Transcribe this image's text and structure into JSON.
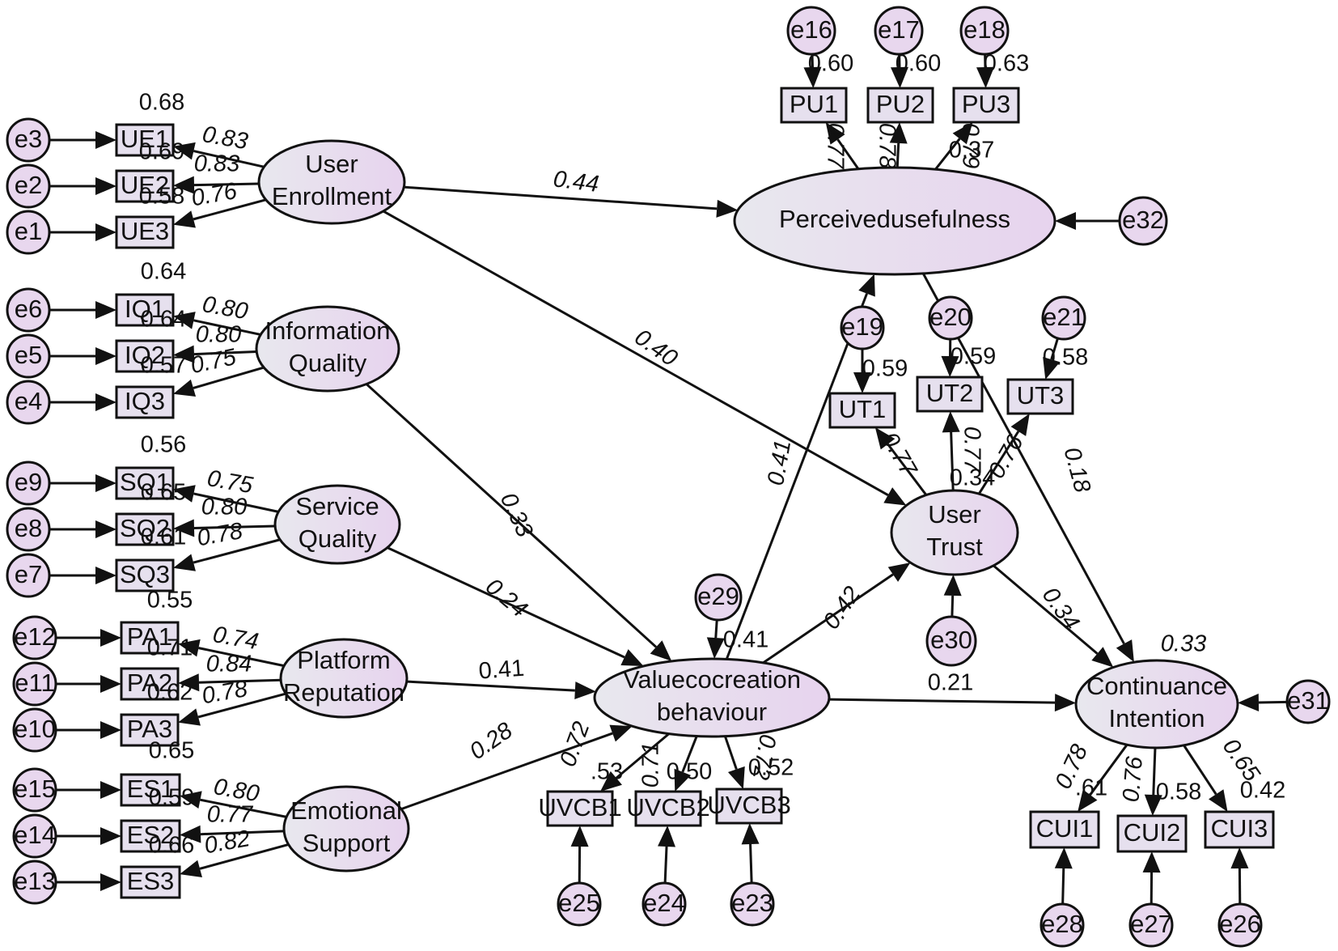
{
  "colors": {
    "latent_fill_start": "#e8e8ee",
    "latent_fill_end": "#e7d3ee",
    "indicator_fill": "#e6e0ee",
    "error_fill": "#e8d7ee",
    "stroke": "#111111"
  },
  "latents": [
    {
      "id": "UE",
      "lines": [
        "User",
        "Enrollment"
      ]
    },
    {
      "id": "IQ",
      "lines": [
        "Information",
        "Quality"
      ]
    },
    {
      "id": "SQ",
      "lines": [
        "Service",
        "Quality"
      ]
    },
    {
      "id": "PR",
      "lines": [
        "Platform",
        "Reputation"
      ]
    },
    {
      "id": "ES",
      "lines": [
        "Emotional",
        "Support"
      ]
    },
    {
      "id": "VCB",
      "lines": [
        "Valuecocreation",
        "behaviour"
      ]
    },
    {
      "id": "PU",
      "lines": [
        "Perceivedusefulness"
      ]
    },
    {
      "id": "UT",
      "lines": [
        "User",
        "Trust"
      ]
    },
    {
      "id": "CI",
      "lines": [
        "Continuance",
        "Intention"
      ]
    }
  ],
  "indicators": [
    {
      "id": "UE1",
      "label": "UE1"
    },
    {
      "id": "UE2",
      "label": "UE2"
    },
    {
      "id": "UE3",
      "label": "UE3"
    },
    {
      "id": "IQ1",
      "label": "IQ1"
    },
    {
      "id": "IQ2",
      "label": "IQ2"
    },
    {
      "id": "IQ3",
      "label": "IQ3"
    },
    {
      "id": "SQ1",
      "label": "SQ1"
    },
    {
      "id": "SQ2",
      "label": "SQ2"
    },
    {
      "id": "SQ3",
      "label": "SQ3"
    },
    {
      "id": "PA1",
      "label": "PA1"
    },
    {
      "id": "PA2",
      "label": "PA2"
    },
    {
      "id": "PA3",
      "label": "PA3"
    },
    {
      "id": "ES1",
      "label": "ES1"
    },
    {
      "id": "ES2",
      "label": "ES2"
    },
    {
      "id": "ES3",
      "label": "ES3"
    },
    {
      "id": "PU1",
      "label": "PU1"
    },
    {
      "id": "PU2",
      "label": "PU2"
    },
    {
      "id": "PU3",
      "label": "PU3"
    },
    {
      "id": "UT1",
      "label": "UT1"
    },
    {
      "id": "UT2",
      "label": "UT2"
    },
    {
      "id": "UT3",
      "label": "UT3"
    },
    {
      "id": "UVCB1",
      "label": "UVCB1"
    },
    {
      "id": "UVCB2",
      "label": "UVCB2"
    },
    {
      "id": "UVCB3",
      "label": "UVCB3"
    },
    {
      "id": "CUI1",
      "label": "CUI1"
    },
    {
      "id": "CUI2",
      "label": "CUI2"
    },
    {
      "id": "CUI3",
      "label": "CUI3"
    }
  ],
  "errors": [
    {
      "id": "e1",
      "label": "e1",
      "target": "UE3"
    },
    {
      "id": "e2",
      "label": "e2",
      "target": "UE2"
    },
    {
      "id": "e3",
      "label": "e3",
      "target": "UE1"
    },
    {
      "id": "e4",
      "label": "e4",
      "target": "IQ3"
    },
    {
      "id": "e5",
      "label": "e5",
      "target": "IQ2"
    },
    {
      "id": "e6",
      "label": "e6",
      "target": "IQ1"
    },
    {
      "id": "e7",
      "label": "e7",
      "target": "SQ3"
    },
    {
      "id": "e8",
      "label": "e8",
      "target": "SQ2"
    },
    {
      "id": "e9",
      "label": "e9",
      "target": "SQ1"
    },
    {
      "id": "e10",
      "label": "e10",
      "target": "PA3"
    },
    {
      "id": "e11",
      "label": "e11",
      "target": "PA2"
    },
    {
      "id": "e12",
      "label": "e12",
      "target": "PA1"
    },
    {
      "id": "e13",
      "label": "e13",
      "target": "ES3"
    },
    {
      "id": "e14",
      "label": "e14",
      "target": "ES2"
    },
    {
      "id": "e15",
      "label": "e15",
      "target": "ES1"
    },
    {
      "id": "e16",
      "label": "e16",
      "target": "PU1"
    },
    {
      "id": "e17",
      "label": "e17",
      "target": "PU2"
    },
    {
      "id": "e18",
      "label": "e18",
      "target": "PU3"
    },
    {
      "id": "e19",
      "label": "e19",
      "target": "UT1"
    },
    {
      "id": "e20",
      "label": "e20",
      "target": "UT2"
    },
    {
      "id": "e21",
      "label": "e21",
      "target": "UT3"
    },
    {
      "id": "e23",
      "label": "e23",
      "target": "UVCB3"
    },
    {
      "id": "e24",
      "label": "e24",
      "target": "UVCB2"
    },
    {
      "id": "e25",
      "label": "e25",
      "target": "UVCB1"
    },
    {
      "id": "e26",
      "label": "e26",
      "target": "CUI3"
    },
    {
      "id": "e27",
      "label": "e27",
      "target": "CUI2"
    },
    {
      "id": "e28",
      "label": "e28",
      "target": "CUI1"
    },
    {
      "id": "e29",
      "label": "e29",
      "target": "VCB"
    },
    {
      "id": "e30",
      "label": "e30",
      "target": "UT"
    },
    {
      "id": "e31",
      "label": "e31",
      "target": "CI"
    },
    {
      "id": "e32",
      "label": "e32",
      "target": "PU"
    }
  ],
  "loadings": [
    {
      "from": "UE",
      "to": "UE1",
      "value": "0.83"
    },
    {
      "from": "UE",
      "to": "UE2",
      "value": "0.83"
    },
    {
      "from": "UE",
      "to": "UE3",
      "value": "0.76"
    },
    {
      "from": "IQ",
      "to": "IQ1",
      "value": "0.80"
    },
    {
      "from": "IQ",
      "to": "IQ2",
      "value": "0.80"
    },
    {
      "from": "IQ",
      "to": "IQ3",
      "value": "0.75"
    },
    {
      "from": "SQ",
      "to": "SQ1",
      "value": "0.75"
    },
    {
      "from": "SQ",
      "to": "SQ2",
      "value": "0.80"
    },
    {
      "from": "SQ",
      "to": "SQ3",
      "value": "0.78"
    },
    {
      "from": "PR",
      "to": "PA1",
      "value": "0.74"
    },
    {
      "from": "PR",
      "to": "PA2",
      "value": "0.84"
    },
    {
      "from": "PR",
      "to": "PA3",
      "value": "0.78"
    },
    {
      "from": "ES",
      "to": "ES1",
      "value": "0.80"
    },
    {
      "from": "ES",
      "to": "ES2",
      "value": "0.77"
    },
    {
      "from": "ES",
      "to": "ES3",
      "value": "0.82"
    },
    {
      "from": "PU",
      "to": "PU1",
      "value": "0.77"
    },
    {
      "from": "PU",
      "to": "PU2",
      "value": "0.78"
    },
    {
      "from": "PU",
      "to": "PU3",
      "value": "0.79"
    },
    {
      "from": "UT",
      "to": "UT1",
      "value": "0.77"
    },
    {
      "from": "UT",
      "to": "UT2",
      "value": "0.77"
    },
    {
      "from": "UT",
      "to": "UT3",
      "value": "0.76"
    },
    {
      "from": "VCB",
      "to": "UVCB1",
      "value": "0.72"
    },
    {
      "from": "VCB",
      "to": "UVCB2",
      "value": "0.71"
    },
    {
      "from": "VCB",
      "to": "UVCB3",
      "value": "0.72"
    },
    {
      "from": "CI",
      "to": "CUI1",
      "value": "0.78"
    },
    {
      "from": "CI",
      "to": "CUI2",
      "value": "0.76"
    },
    {
      "from": "CI",
      "to": "CUI3",
      "value": "0.65"
    }
  ],
  "paths": [
    {
      "from": "UE",
      "to": "PU",
      "value": "0.44"
    },
    {
      "from": "UE",
      "to": "UT",
      "value": "0.40"
    },
    {
      "from": "IQ",
      "to": "VCB",
      "value": "0.33"
    },
    {
      "from": "SQ",
      "to": "VCB",
      "value": "0.24"
    },
    {
      "from": "PR",
      "to": "VCB",
      "value": "0.41"
    },
    {
      "from": "ES",
      "to": "VCB",
      "value": "0.28"
    },
    {
      "from": "VCB",
      "to": "PU",
      "value": "0.41"
    },
    {
      "from": "VCB",
      "to": "UT",
      "value": "0.42"
    },
    {
      "from": "VCB",
      "to": "CI",
      "value": "0.21"
    },
    {
      "from": "PU",
      "to": "CI",
      "value": "0.18"
    },
    {
      "from": "UT",
      "to": "CI",
      "value": "0.34"
    }
  ],
  "r2": [
    {
      "node": "UE1",
      "value": "0.68"
    },
    {
      "node": "UE2",
      "value": "0.69"
    },
    {
      "node": "UE3",
      "value": "0.58"
    },
    {
      "node": "IQ1",
      "value": "0.64"
    },
    {
      "node": "IQ2",
      "value": "0.64"
    },
    {
      "node": "IQ3",
      "value": "0.57"
    },
    {
      "node": "SQ1",
      "value": "0.56"
    },
    {
      "node": "SQ2",
      "value": "0.65"
    },
    {
      "node": "SQ3",
      "value": "0.61"
    },
    {
      "node": "PA1",
      "value": "0.55"
    },
    {
      "node": "PA2",
      "value": "0.71"
    },
    {
      "node": "PA3",
      "value": "0.62"
    },
    {
      "node": "ES1",
      "value": "0.65"
    },
    {
      "node": "ES2",
      "value": "0.59"
    },
    {
      "node": "ES3",
      "value": "0.66"
    },
    {
      "node": "PU1",
      "value": "0.60"
    },
    {
      "node": "PU2",
      "value": "0.60"
    },
    {
      "node": "PU3",
      "value": "0.63"
    },
    {
      "node": "UT1",
      "value": "0.59"
    },
    {
      "node": "UT2",
      "value": "0.59"
    },
    {
      "node": "UT3",
      "value": "0.58"
    },
    {
      "node": "UVCB1",
      "value": ".53"
    },
    {
      "node": "UVCB2",
      "value": "0.50"
    },
    {
      "node": "UVCB3",
      "value": "0.52"
    },
    {
      "node": "CUI1",
      "value": ".61"
    },
    {
      "node": "CUI2",
      "value": "0.58"
    },
    {
      "node": "CUI3",
      "value": "0.42"
    },
    {
      "node": "PU",
      "value": "0.37"
    },
    {
      "node": "UT",
      "value": "0.34"
    },
    {
      "node": "VCB",
      "value": "0.41"
    },
    {
      "node": "CI",
      "value": "0.33"
    }
  ]
}
